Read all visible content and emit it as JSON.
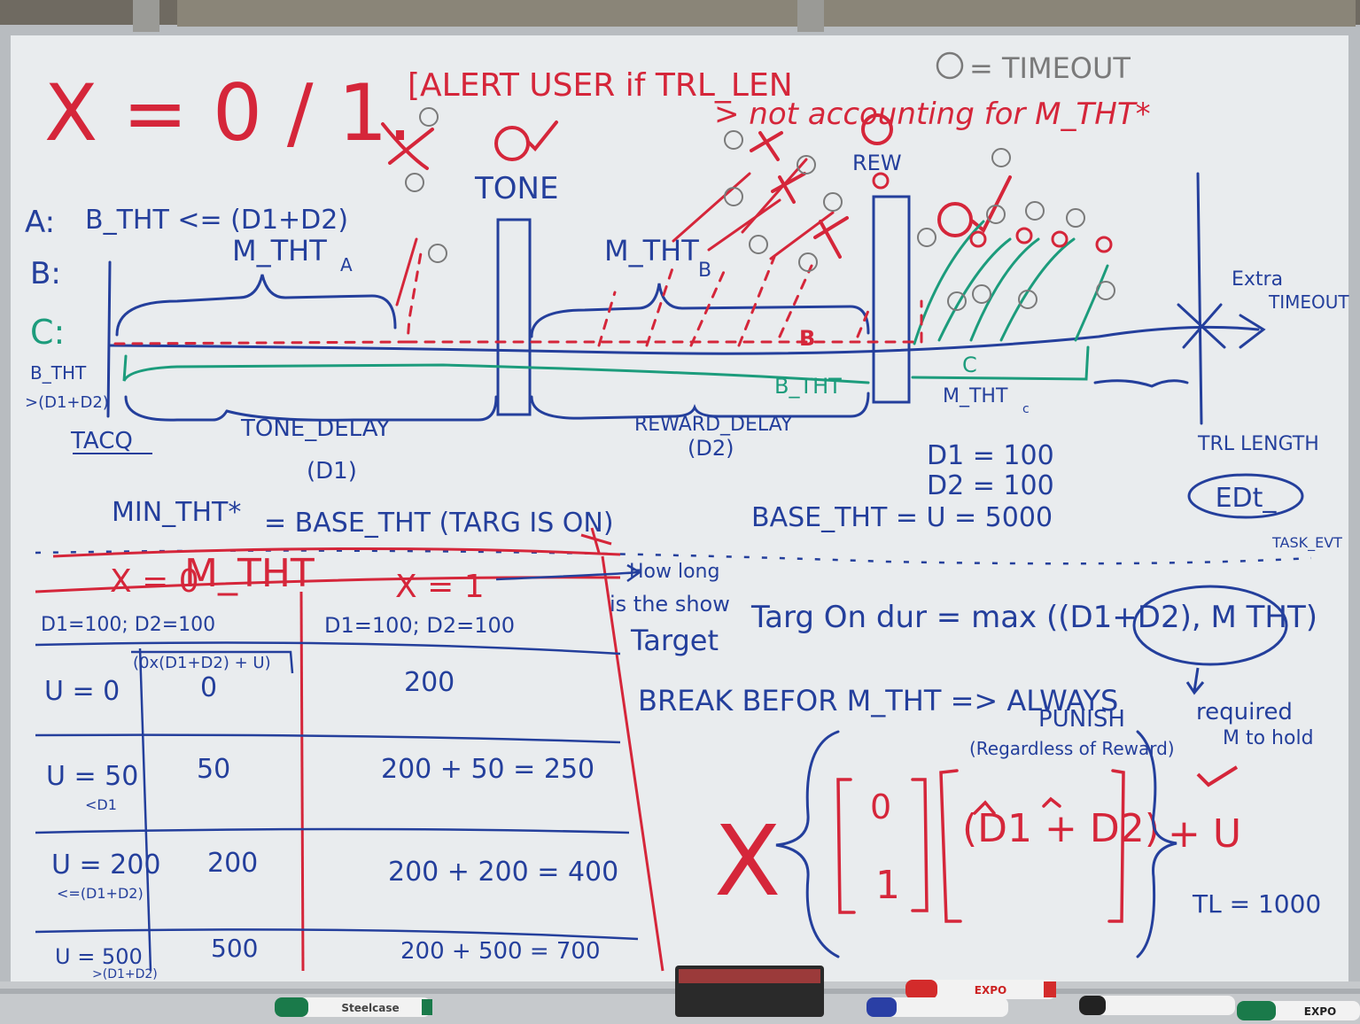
{
  "colors": {
    "ink_blue": "#243f9c",
    "ink_red": "#d5263a",
    "ink_green": "#1c9c7c",
    "ink_gray": "#7a7a7a",
    "board": "#e9ecee",
    "frame": "#b8bcc0",
    "wall": "#6f6a61"
  },
  "objects": {
    "eraser_label": "",
    "marker_green_label": "Steelcase",
    "marker_red_label": "EXPO",
    "marker_black_label": "",
    "marker_green_right_label": "EXPO"
  },
  "board": {
    "top": {
      "formula": "X = 0 / 1.",
      "alert_1": "[ALERT USER if TRL_LEN",
      "timeout_note": "= TIMEOUT",
      "alert_2": "> not accounting for M_THT*",
      "tone": "TONE",
      "rew": "REW"
    },
    "rows": {
      "a_label": "A:",
      "a_expr": "B_THT <= (D1+D2)",
      "b_label": "B:",
      "c_label": "C:",
      "m_tht_a": "M_THT",
      "m_tht_a_sub": "A",
      "m_tht_b": "M_THT",
      "m_tht_b_sub": "B",
      "b_tht_left": "B_THT",
      "b_tht_left_2": ">(D1+D2)",
      "b_tht_mid": "B_THT",
      "c_mark": "C",
      "m_tht_c": "M_THT",
      "m_tht_c_sub": "c",
      "extra_timeout": "Extra",
      "extra_timeout_2": "TIMEOUT",
      "b_mark": "B"
    },
    "under": {
      "tacq": "TACQ",
      "tone_delay": "TONE_DELAY",
      "d1_paren": "(D1)",
      "reward_delay": "REWARD_DELAY",
      "d2_paren": "(D2)",
      "d1": "D1 = 100",
      "d2": "D2 = 100",
      "trl_length": "TRL LENGTH",
      "edt": "EDt_",
      "min_tht_1": "MIN_THT*",
      "min_tht_2": "= BASE_THT (TARG IS ON)",
      "base_tht": "BASE_THT = U = 5000",
      "task_evt": "TASK_EVT"
    },
    "table": {
      "title": "M_THT",
      "x0": "X = 0",
      "x1": "X = 1",
      "head_left": "D1=100; D2=100",
      "head_right": "D1=100; D2=100",
      "subhead": "(0x(D1+D2) + U)",
      "rows": [
        {
          "u": "U = 0",
          "note": "",
          "x0": "0",
          "x1": "200"
        },
        {
          "u": "U = 50",
          "note": "<D1",
          "x0": "50",
          "x1": "200 + 50 = 250"
        },
        {
          "u": "U = 200",
          "note": "<=(D1+D2)",
          "x0": "200",
          "x1": "200 + 200 = 400"
        },
        {
          "u": "U = 500",
          "note": ">(D1+D2)",
          "x0": "500",
          "x1": "200 + 500 = 700"
        }
      ]
    },
    "right": {
      "how_long_1": "How long",
      "how_long_2": "is the show",
      "how_long_3": "Target",
      "targ_on": "Targ On dur = max ((D1+D2), M THT)",
      "break_1": "BREAK BEFOR M_THT => ALWAYS",
      "break_2": "PUNISH",
      "break_3": "(Regardless of Reward)",
      "required_1": "required",
      "required_2": "M to hold",
      "formula_x": "X",
      "formula_0": "0",
      "formula_1": "1",
      "formula_d": "(D1 + D2)",
      "formula_u": "+ U",
      "tl": "TL = 1000"
    }
  }
}
